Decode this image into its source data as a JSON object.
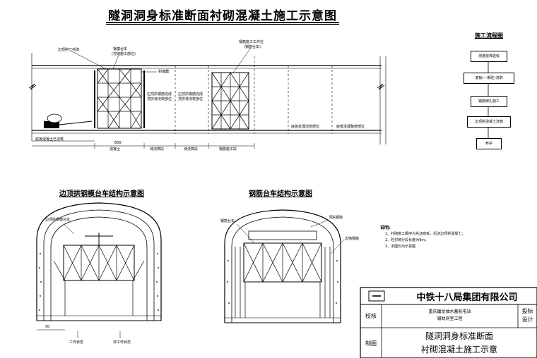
{
  "title": "隧洞洞身标准断面衬砌混凝土施工示意图",
  "longitudinal": {
    "labels": {
      "top_left": "边顶拱已衬砌",
      "trolley1": "钢模台车",
      "trolley1_sub": "(衬砌施工部位)",
      "seal_plug": "封端器",
      "trolley2": "钢筋施工工作位",
      "trolley2_sub": "(钢筋台车)",
      "mid1_a": "边顶拱钢筋完成",
      "mid1_b": "顶拱待浇筑部位",
      "mid2_a": "边顶拱钢筋完成",
      "mid2_b": "顶拱待浇筑部位",
      "bottom_right1": "底板处理浇筑部位",
      "bottom_right2": "底板清理整修部位",
      "bottom_left": "底板混凝土已浇筑",
      "dim_top": "800",
      "seg1": "混凝土",
      "seg2": "待浇筑段",
      "seg3": "待浇筑段",
      "seg4": "钢筋施工段"
    }
  },
  "flow": {
    "title": "施工流程图",
    "steps": [
      "测量放样验收",
      "底板(一期砼)浇筑",
      "钢筋绑扎施工",
      "边顶拱混凝土浇筑",
      "养护"
    ]
  },
  "section_left": {
    "title": "边顶拱钢模台车结构示意图",
    "label_top": "边顶拱钢模台车",
    "label_work": "工作状态",
    "label_nonwork": "非工作状态",
    "dim": "50"
  },
  "section_right": {
    "title": "钢筋台车结构示意图",
    "label_left": "钢筋台车",
    "label_top": "顶拱钢筋",
    "label_right": "边墙钢筋"
  },
  "notes": {
    "title": "说明:",
    "lines": [
      "1、衬砌施工顺序为先浇底板，后浇边顶拱混凝土；",
      "2、砼衬砌分段长度为9m；",
      "3、本图仅为示意图"
    ]
  },
  "title_block": {
    "company": "中铁十八局集团有限公司",
    "row1_label": "校核",
    "project_line1": "重庆蟠龙抽水蓄能电站",
    "project_line2": "辅助洞室工程",
    "stage_1": "投标",
    "stage_2": "设计",
    "row2_label": "制图",
    "drawing_title_1": "隧洞洞身标准断面",
    "drawing_title_2": "衬砌混凝土施工示意"
  }
}
